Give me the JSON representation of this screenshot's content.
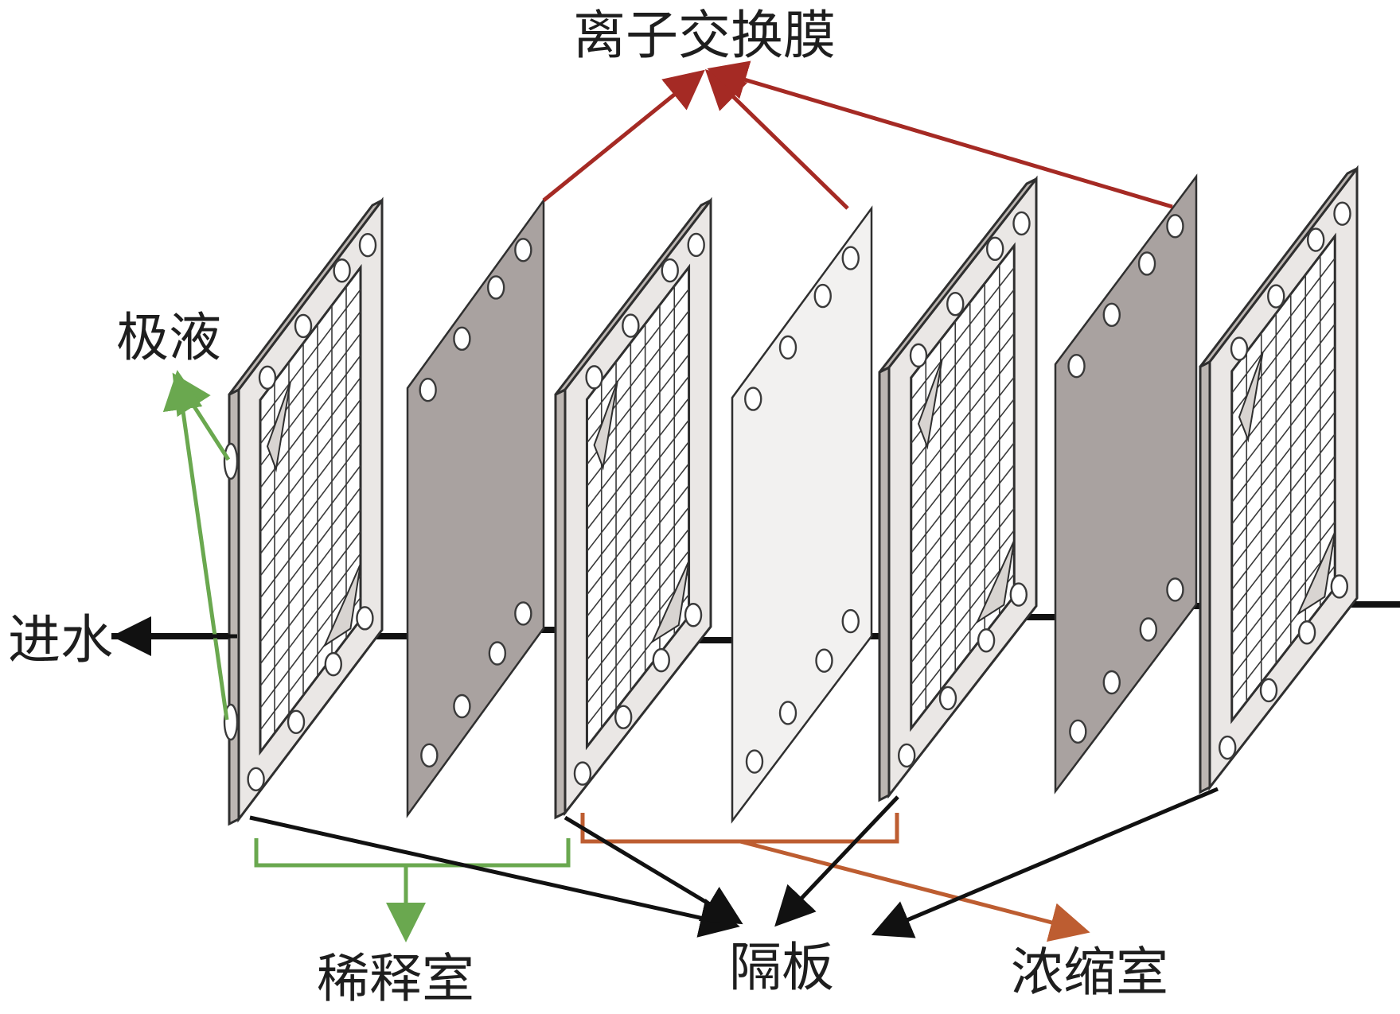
{
  "labels": {
    "ion_exchange_membrane": "离子交换膜",
    "electrode_liquid": "极液",
    "water_inlet": "进水",
    "dilute_chamber": "稀释室",
    "spacer": "隔板",
    "concentrate_chamber": "浓缩室"
  },
  "colors": {
    "membrane_arrow": "#a52a24",
    "electrode_arrow": "#6aa84f",
    "concentrate_arrow": "#bd5d31",
    "spacer_arrow": "#111111",
    "dark_membrane": "#a9a2a0",
    "light_membrane": "#f2f1f0",
    "frame": "#eae7e5"
  },
  "components": [
    "spacer",
    "membrane-dark",
    "spacer",
    "membrane-light",
    "spacer",
    "membrane-dark",
    "spacer"
  ]
}
